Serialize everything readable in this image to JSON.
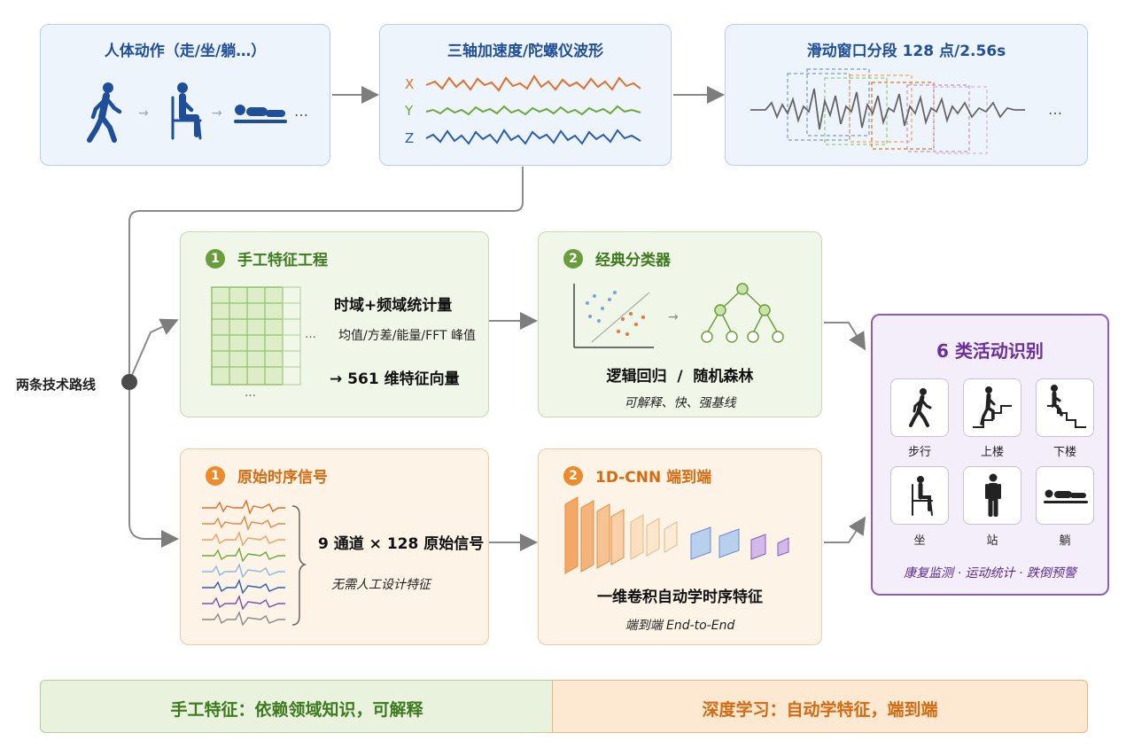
{
  "top": {
    "box1_title": "人体动作（走/坐/躺…）",
    "box1_ellipsis": "…",
    "box2_title": "三轴加速度/陀螺仪波形",
    "axis_x": "X",
    "axis_y": "Y",
    "axis_z": "Z",
    "box3_title": "滑动窗口分段 128 点/2.56s",
    "box3_ellipsis": "…"
  },
  "branch_label": "两条技术路线",
  "green_route": {
    "step1_num": "1",
    "step1_title": "手工特征工程",
    "stats_title": "时域+频域统计量",
    "stats_detail": "均值/方差/能量/FFT 峰值",
    "ellipsis": "…",
    "dim": "→ 561 维特征向量",
    "step2_num": "2",
    "step2_title": "经典分类器",
    "classifiers": "逻辑回归  /  随机森林",
    "classifier_note": "可解释、快、强基线"
  },
  "orange_route": {
    "step1_num": "1",
    "step1_title": "原始时序信号",
    "raw_title": "9 通道 × 128 原始信号",
    "raw_note": "无需人工设计特征",
    "step2_num": "2",
    "step2_title": "1D-CNN 端到端",
    "cnn_title": "一维卷积自动学时序特征",
    "cnn_note": "端到端 End-to-End"
  },
  "result": {
    "title": "6 类活动识别",
    "activities": [
      {
        "label": "步行",
        "icon": "walking-icon"
      },
      {
        "label": "上楼",
        "icon": "upstairs-icon"
      },
      {
        "label": "下楼",
        "icon": "downstairs-icon"
      },
      {
        "label": "坐",
        "icon": "sitting-icon"
      },
      {
        "label": "站",
        "icon": "standing-icon"
      },
      {
        "label": "躺",
        "icon": "lying-icon"
      }
    ],
    "applications": "康复监测 · 运动统计 · 跌倒预警"
  },
  "bottom": {
    "left": "手工特征：依赖领域知识，可解释",
    "right": "深度学习：自动学特征，端到端"
  },
  "colors": {
    "blue_accent": "#1f4f99",
    "green_accent": "#4e8a2a",
    "orange_accent": "#e57a1c",
    "purple_accent": "#7a3fa8",
    "wave_x": "#e0702a",
    "wave_y": "#6aaa3a",
    "wave_z": "#2a5cb0"
  }
}
